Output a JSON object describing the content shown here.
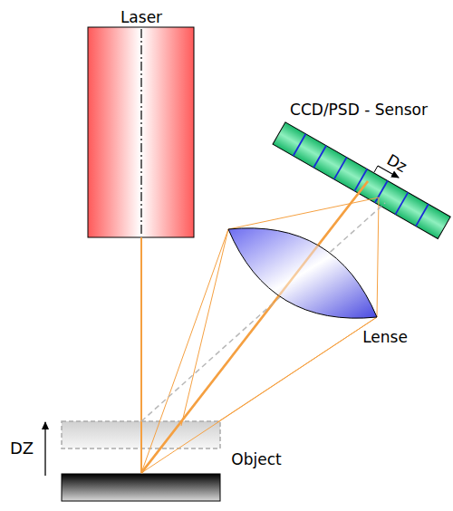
{
  "diagram": {
    "labels": [
      "Laser",
      "CCD/PSD - Sensor",
      "Dz",
      "Lense",
      "DZ",
      "Object"
    ]
  }
}
